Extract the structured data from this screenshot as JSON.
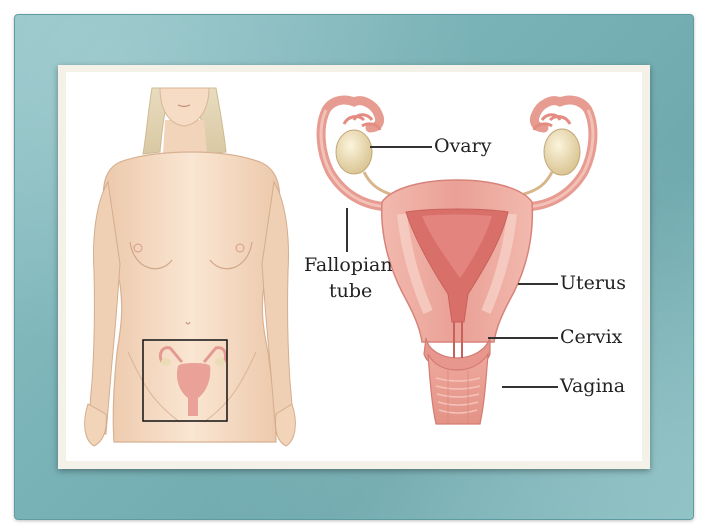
{
  "diagram": {
    "labels": {
      "ovary": "Ovary",
      "fallopian_tube_line1": "Fallopian",
      "fallopian_tube_line2": "tube",
      "uterus": "Uterus",
      "cervix": "Cervix",
      "vagina": "Vagina"
    },
    "colors": {
      "board": "#79b2b7",
      "card": "#f4f1e8",
      "skin": "#f6dcc4",
      "tissue": "#e9a39a",
      "tissue_dark": "#d9776f",
      "ovary": "#eee0b8"
    }
  }
}
